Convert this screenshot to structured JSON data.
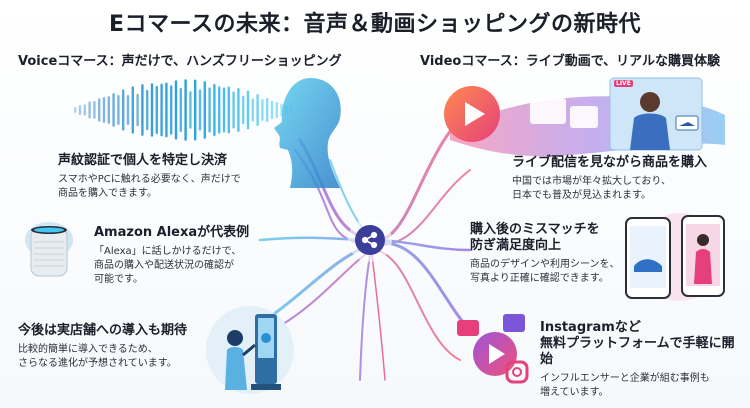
{
  "title": "Eコマースの未来：音声＆動画ショッピングの新時代",
  "left": {
    "heading": "Voiceコマース：声だけで、ハンズフリーショッピング",
    "items": [
      {
        "title": "声紋認証で個人を特定し決済",
        "body": [
          "スマホやPCに触れる必要なく、声だけで",
          "商品を購入できます。"
        ]
      },
      {
        "title": "Amazon Alexaが代表例",
        "body": [
          "「Alexa」に話しかけるだけで、",
          "商品の購入や配送状況の確認が",
          "可能です。"
        ]
      },
      {
        "title": "今後は実店舗への導入も期待",
        "body": [
          "比較的簡単に導入できるため、",
          "さらなる進化が予想されています。"
        ]
      }
    ]
  },
  "right": {
    "heading": "Videoコマース：ライブ動画で、リアルな購買体験",
    "items": [
      {
        "title": "ライブ配信を見ながら商品を購入",
        "body": [
          "中国では市場が年々拡大しており、",
          "日本でも普及が見込まれます。"
        ]
      },
      {
        "title": [
          "購入後のミスマッチを",
          "防ぎ満足度向上"
        ],
        "body": [
          "商品のデザインや利用シーンを、",
          "写真より正確に確認できます。"
        ]
      },
      {
        "title": [
          "Instagramなど",
          "無料プラットフォームで手軽に開始"
        ],
        "body": [
          "インフルエンサーと企業が組む事例も",
          "増えています。"
        ]
      }
    ]
  },
  "badge": "LIVE",
  "colors": {
    "accent_blue": "#2aa7d8",
    "accent_pink": "#e5407a",
    "accent_purple": "#7a55d8"
  },
  "icons": [
    "soundwave-icon",
    "head-silhouette-icon",
    "smart-speaker-icon",
    "share-icon",
    "play-button-icon",
    "smartphone-icon",
    "live-stream-icon"
  ]
}
